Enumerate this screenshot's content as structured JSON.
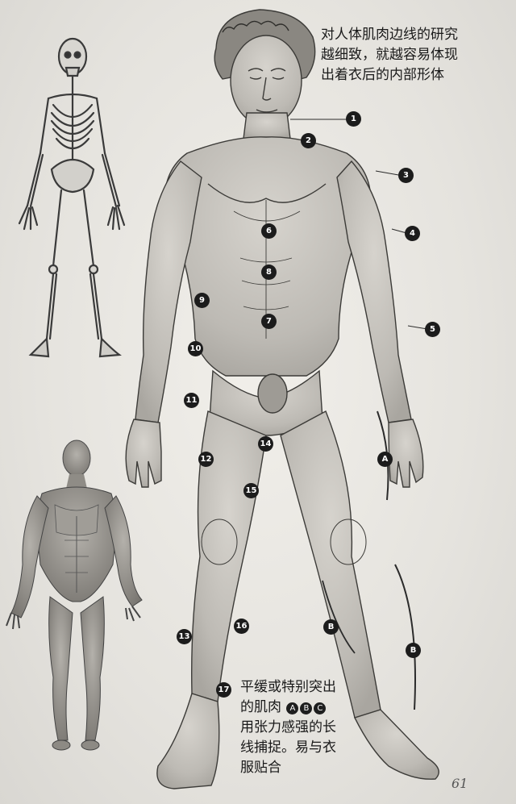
{
  "caption_top": "对人体肌肉边线的研究\n越细致，就越容易体现\n出着衣后的内部形体",
  "caption_bottom": {
    "line1": "平缓或特别突出",
    "line2_prefix": "的肌肉",
    "letters": [
      "A",
      "B",
      "C"
    ],
    "rest": "用张力感强的长\n线捕捉。易与衣\n服贴合"
  },
  "markers": [
    "1",
    "2",
    "3",
    "4",
    "5",
    "6",
    "7",
    "8",
    "9",
    "10",
    "11",
    "12",
    "13",
    "14",
    "15",
    "16",
    "17",
    "A",
    "B",
    "B"
  ],
  "page_number": "61"
}
